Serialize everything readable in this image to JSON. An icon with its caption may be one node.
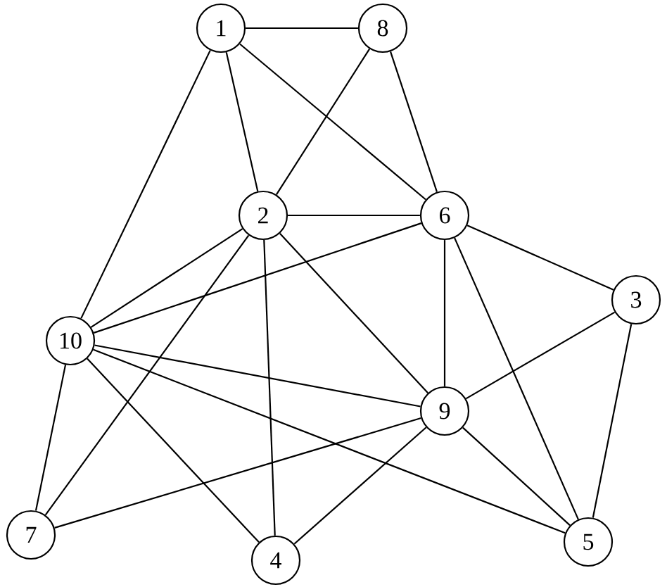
{
  "diagram": {
    "nodes": [
      {
        "text": [
          "1"
        ]
      },
      {
        "text": [
          "8"
        ]
      },
      {
        "text": [
          "2"
        ]
      },
      {
        "text": [
          "6"
        ]
      },
      {
        "text": [
          "3"
        ]
      },
      {
        "text": [
          "10"
        ]
      },
      {
        "text": [
          "9"
        ]
      },
      {
        "text": [
          "7"
        ]
      },
      {
        "text": [
          "4"
        ]
      },
      {
        "text": [
          "5"
        ]
      }
    ],
    "edges": [
      {
        "from": 0,
        "to": 1,
        "arrow": "none"
      },
      {
        "from": 0,
        "to": 2,
        "arrow": "none"
      },
      {
        "from": 0,
        "to": 3,
        "arrow": "none"
      },
      {
        "from": 0,
        "to": 5,
        "arrow": "none"
      },
      {
        "from": 1,
        "to": 2,
        "arrow": "none"
      },
      {
        "from": 1,
        "to": 3,
        "arrow": "none"
      },
      {
        "from": 2,
        "to": 3,
        "arrow": "none"
      },
      {
        "from": 2,
        "to": 5,
        "arrow": "none"
      },
      {
        "from": 2,
        "to": 7,
        "arrow": "none"
      },
      {
        "from": 2,
        "to": 8,
        "arrow": "none"
      },
      {
        "from": 2,
        "to": 6,
        "arrow": "none"
      },
      {
        "from": 3,
        "to": 5,
        "arrow": "none"
      },
      {
        "from": 3,
        "to": 6,
        "arrow": "none"
      },
      {
        "from": 3,
        "to": 9,
        "arrow": "none"
      },
      {
        "from": 3,
        "to": 4,
        "arrow": "none"
      },
      {
        "from": 4,
        "to": 6,
        "arrow": "none"
      },
      {
        "from": 4,
        "to": 9,
        "arrow": "none"
      },
      {
        "from": 5,
        "to": 6,
        "arrow": "none"
      },
      {
        "from": 5,
        "to": 8,
        "arrow": "none"
      },
      {
        "from": 5,
        "to": 9,
        "arrow": "none"
      },
      {
        "from": 5,
        "to": 7,
        "arrow": "none"
      },
      {
        "from": 6,
        "to": 7,
        "arrow": "none"
      },
      {
        "from": 6,
        "to": 8,
        "arrow": "none"
      },
      {
        "from": 6,
        "to": 9,
        "arrow": "none"
      }
    ]
  }
}
